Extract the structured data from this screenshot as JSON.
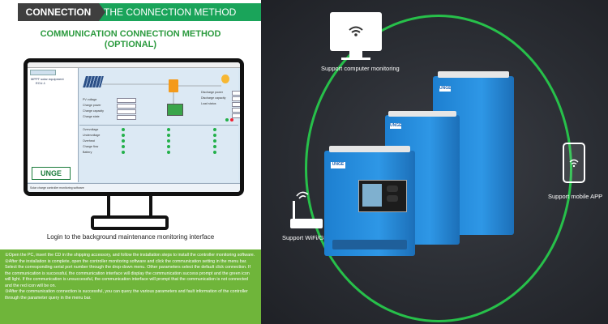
{
  "header": {
    "tab_dark": "CONNECTION",
    "tab_green": "THE CONNECTION METHOD"
  },
  "title_line1": "COMMUNICATION CONNECTION METHOD",
  "title_line2": "(OPTIONAL)",
  "screen": {
    "tree_root": "MPPT solar equipment",
    "tree_child": "ECU-1",
    "brand": "UNGE",
    "labels_left": [
      "PV voltage",
      "Charge power",
      "Charge capacity",
      "Charge state"
    ],
    "labels_right": [
      "Discharge power",
      "Discharge capacity",
      "Load status"
    ],
    "status_labels": [
      "Overvoltage",
      "Undervoltage",
      "Overheat",
      "Charge flow",
      "Battery"
    ],
    "footer": "Solar charge controller monitoring software"
  },
  "caption": "Login to the background maintenance monitoring interface",
  "instructions": [
    "①Open the PC, insert the CD in the shipping accessory, and follow the installation steps to install the controller monitoring software.",
    "②After the installation is complete, open the controller monitoring software and click the communication setting in the menu bar. Select the corresponding serial port number through the drop-down menu. Other parameters select the default click connection. If the communication is successful, the communication interface will display the communication success prompt and the green icon will light. If the communication is unsuccessful, the communication interface will prompt that the communication is not connected and the red icon will be on.",
    "③After the communication connection is successful, you can query the various parameters and fault information of the controller through the parameter query in the menu bar."
  ],
  "right": {
    "computer_label": "Support computer monitoring",
    "mobile_label": "Support mobile APP",
    "wifi_label": "Support WiFi/GPRS",
    "device_brand": "UNGE"
  },
  "colors": {
    "green": "#1aa45a",
    "title_green": "#2b9a3e",
    "info_bg": "#6fb53a",
    "ring": "#27c04a",
    "device_blue": "#2e97e6"
  }
}
